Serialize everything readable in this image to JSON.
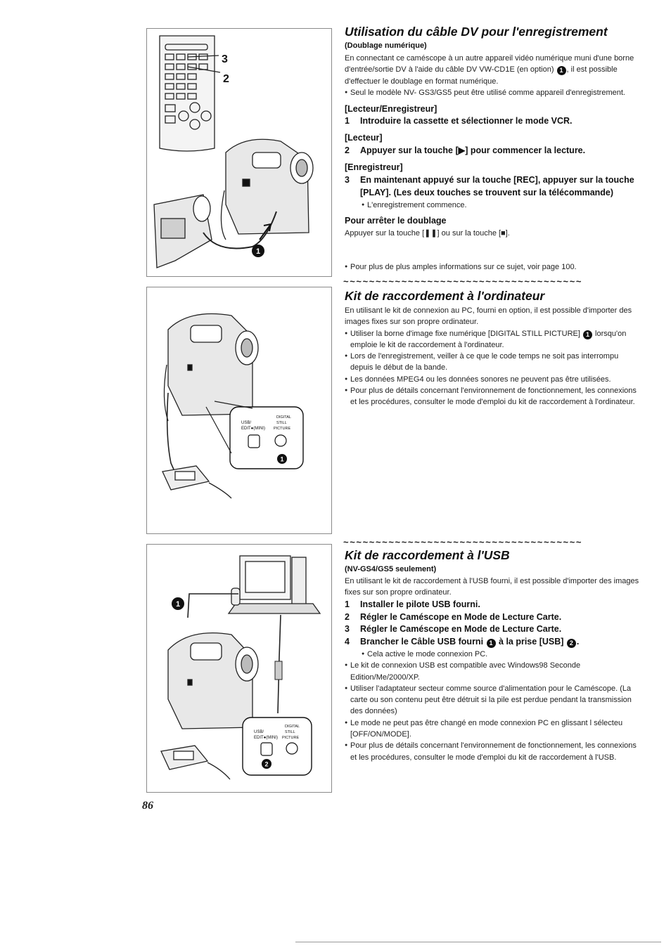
{
  "page_number": "86",
  "section1": {
    "title": "Utilisation du câble DV pour l'enregistrement",
    "subtitle": "(Doublage numérique)",
    "intro_a": "En connectant ce caméscope à un autre appareil vidéo numérique muni d'une borne",
    "intro_b": "d'entrée/sortie DV à l'aide du câble DV VW-CD1E (en option)",
    "intro_b2": ", il est possible",
    "intro_c": "d'effectuer le doublage en format numérique.",
    "note1": "Seul le modèle NV- GS3/GS5 peut être utilisé comme appareil d'enregistrement.",
    "head_lecteur_enr": "[Lecteur/Enregistreur]",
    "step1_num": "1",
    "step1": "Introduire la cassette et sélectionner le mode VCR.",
    "head_lecteur": "[Lecteur]",
    "step2_num": "2",
    "step2": "Appuyer sur la touche [▶] pour commencer la lecture.",
    "head_enregistreur": "[Enregistreur]",
    "step3_num": "3",
    "step3_a": "En maintenant appuyé sur la touche [REC], appuyer sur la touche",
    "step3_b": "[PLAY]. (Les deux touches se trouvent sur la télécommande)",
    "step3_note": "L'enregistrement commence.",
    "stop_title": "Pour arrêter le doublage",
    "stop_text": "Appuyer sur la touche [❚❚] ou sur la touche [■].",
    "more_info": "Pour plus de plus amples informations sur ce sujet, voir page 100.",
    "figure_labels": {
      "label3": "3",
      "label2": "2",
      "marker": "1"
    }
  },
  "separator": "~~~~~~~~~~~~~~~~~~~~~~~~~~~~~~~~~~~~~",
  "section2": {
    "title": "Kit de raccordement à l'ordinateur",
    "intro_a": "En utilisant le kit de connexion au PC, fourni en option, il est possible d'importer des",
    "intro_b": "images fixes sur son propre ordinateur.",
    "b1_a": "Utiliser la borne d'image fixe numérique [DIGITAL STILL PICTURE]",
    "b1_a2": " lorsqu'on",
    "b1_b": "emploie le kit de raccordement à l'ordinateur.",
    "b2_a": "Lors de l'enregistrement, veiller à ce que le code temps ne soit pas interrompu",
    "b2_b": "depuis le début de la bande.",
    "b3": "Les données MPEG4 ou les données sonores ne peuvent pas être utilisées.",
    "b4_a": "Pour plus de détails concernant l'environnement de fonctionnement, les connexions",
    "b4_b": "et les procédures, consulter le mode d'emploi du kit de raccordement à l'ordinateur.",
    "figure_labels": {
      "usb": "USB/",
      "edit": "EDIT●(MINI)",
      "digital": "DIGITAL",
      "still": "STILL",
      "picture": "PICTURE",
      "marker": "1"
    }
  },
  "section3": {
    "title": "Kit de raccordement à l'USB",
    "subtitle": "(NV-GS4/GS5 seulement)",
    "intro_a": "En utilisant le kit de raccordement à l'USB fourni, il est possible d'importer des images",
    "intro_b": "fixes sur son propre ordinateur.",
    "s1_num": "1",
    "s1": "Installer le pilote USB fourni.",
    "s2_num": "2",
    "s2": "Régler le Caméscope en Mode de Lecture Carte.",
    "s3_num": "3",
    "s3": "Régler le Caméscope en Mode de Lecture Carte.",
    "s4_num": "4",
    "s4_a": "Brancher le Câble USB fourni",
    "s4_b": "à la prise [USB]",
    "s4_c": ".",
    "s4_note": "Cela active le mode connexion PC.",
    "b1_a": "Le kit de connexion USB est compatible avec Windows98 Seconde",
    "b1_b": "Edition/Me/2000/XP.",
    "b2_a": "Utiliser l'adaptateur secteur comme source d'alimentation pour le Caméscope. (La",
    "b2_b": "carte ou son contenu peut être détruit si la pile est perdue pendant la transmission",
    "b2_c": "des données)",
    "b3_a": "Le mode ne peut pas être changé en mode connexion PC en glissant l sélecteu",
    "b3_b": "[OFF/ON/MODE].",
    "b4_a": "Pour plus de détails concernant l'environnement de fonctionnement, les connexions",
    "b4_b": "et les procédures, consulter le mode d'emploi du kit de raccordement à l'USB.",
    "figure_labels": {
      "marker1": "1",
      "marker2": "2",
      "usb": "USB/",
      "edit": "EDIT●(MINI)",
      "digital": "DIGITAL",
      "still": "STILL",
      "picture": "PICTURE"
    }
  },
  "markers": {
    "one": "1",
    "two": "2"
  }
}
